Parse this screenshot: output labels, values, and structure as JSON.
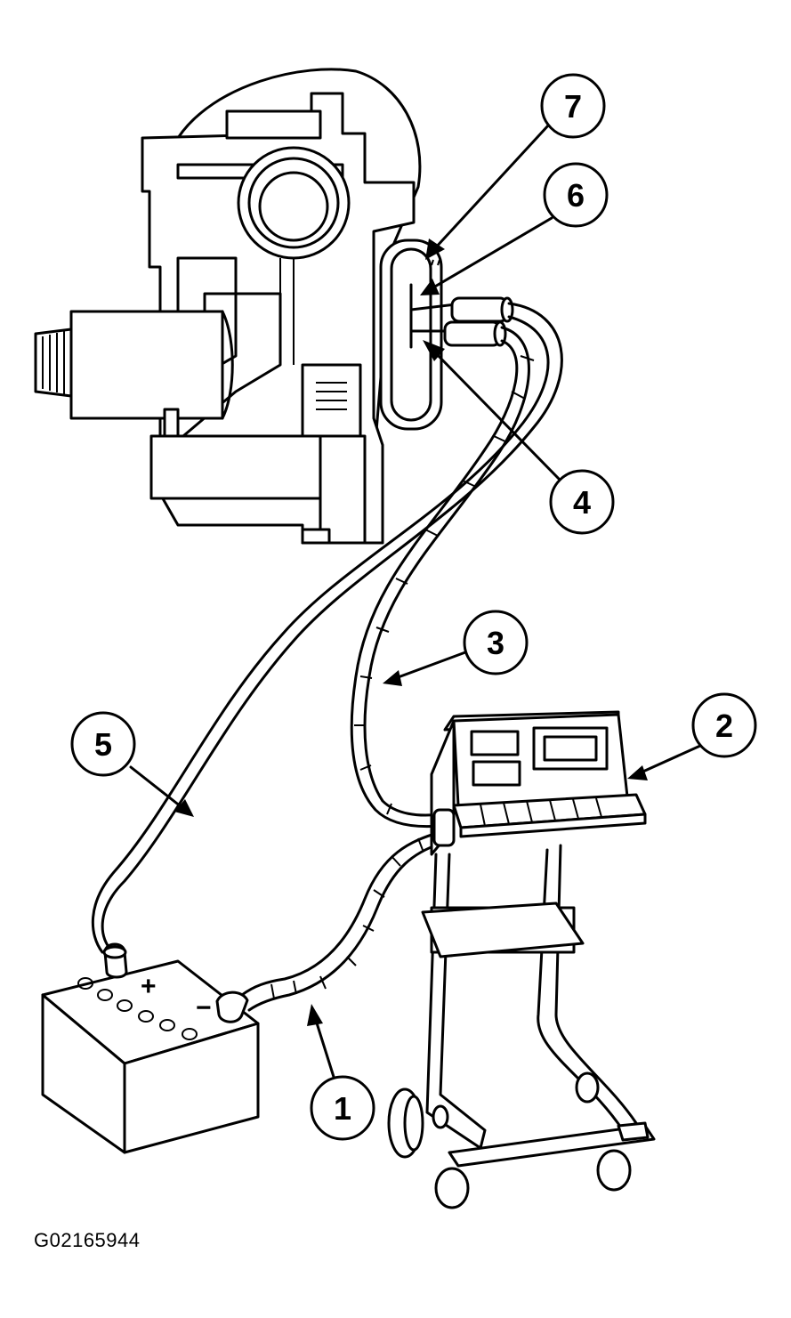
{
  "figure_id": "G02165944",
  "callouts": [
    {
      "number": "1",
      "meaning": "battery negative cable"
    },
    {
      "number": "2",
      "meaning": "tester unit"
    },
    {
      "number": "3",
      "meaning": "tester lead cable"
    },
    {
      "number": "4",
      "meaning": "lower terminal"
    },
    {
      "number": "5",
      "meaning": "battery positive cable"
    },
    {
      "number": "6",
      "meaning": "middle terminal"
    },
    {
      "number": "7",
      "meaning": "upper terminal"
    }
  ],
  "battery": {
    "positive_mark": "+",
    "negative_mark": "−"
  },
  "icons": [
    "starter-motor-icon",
    "battery-icon",
    "tester-cart-icon"
  ]
}
